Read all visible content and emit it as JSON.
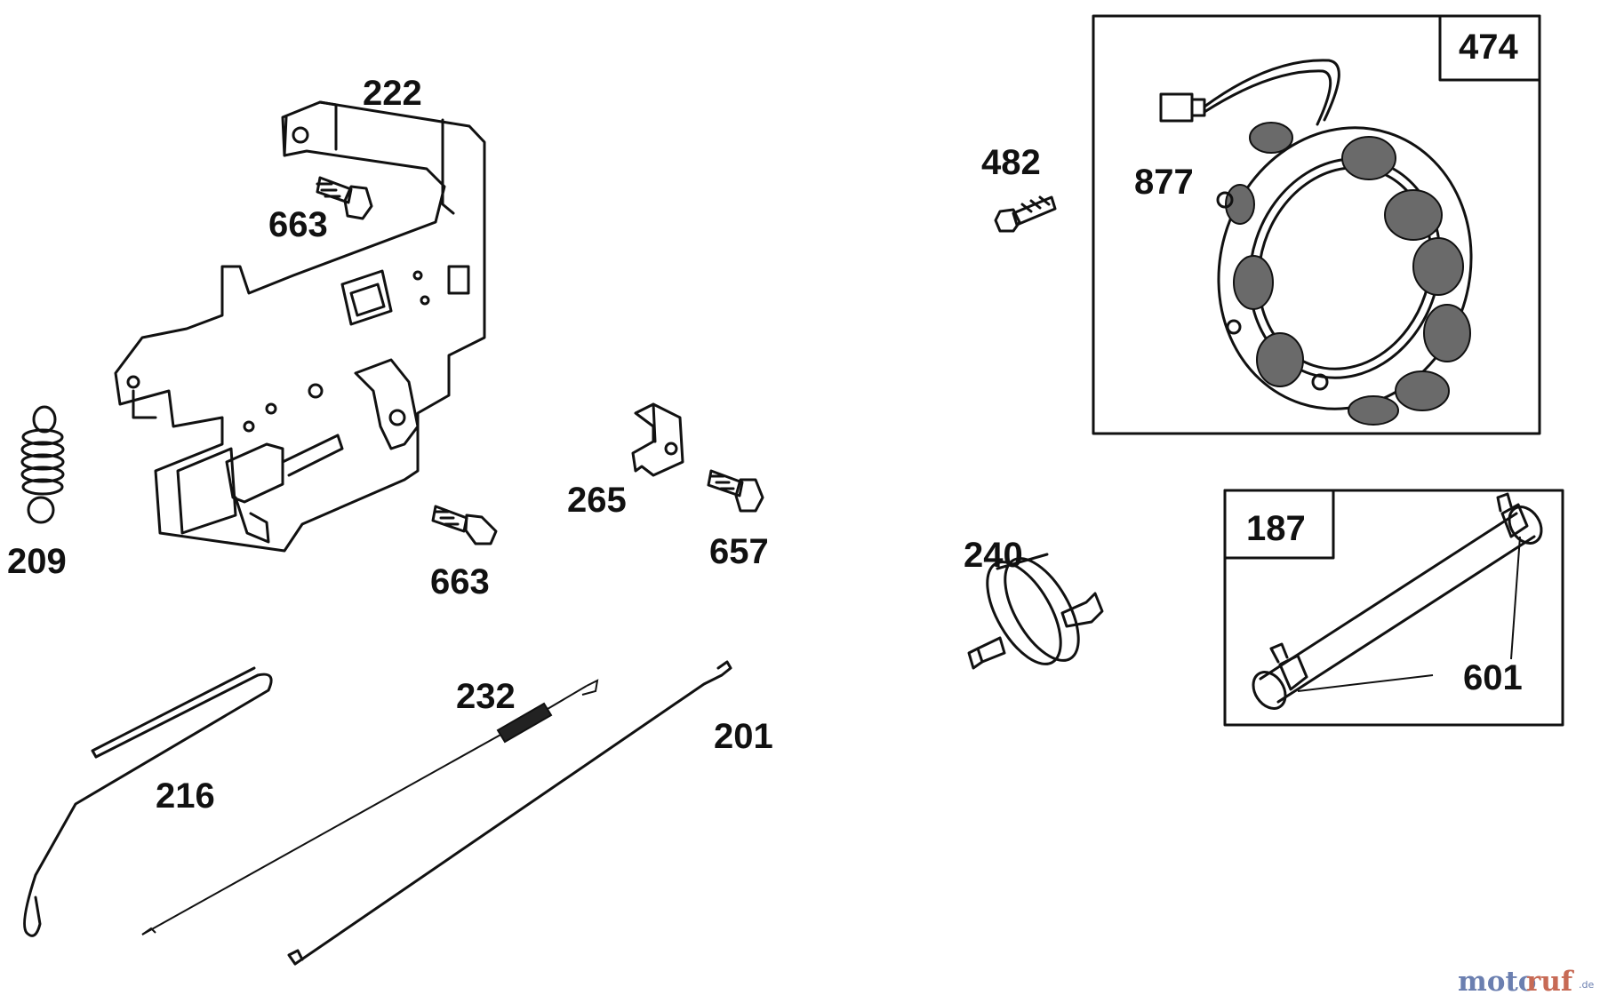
{
  "labels": {
    "p222": "222",
    "p663a": "663",
    "p209": "209",
    "p265": "265",
    "p657": "657",
    "p663b": "663",
    "p232": "232",
    "p201": "201",
    "p216": "216",
    "p482": "482",
    "p877": "877",
    "p474": "474",
    "p240": "240",
    "p187": "187",
    "p601": "601"
  },
  "watermark": {
    "a": "moto",
    "b": "ruf",
    "c": ".de"
  }
}
